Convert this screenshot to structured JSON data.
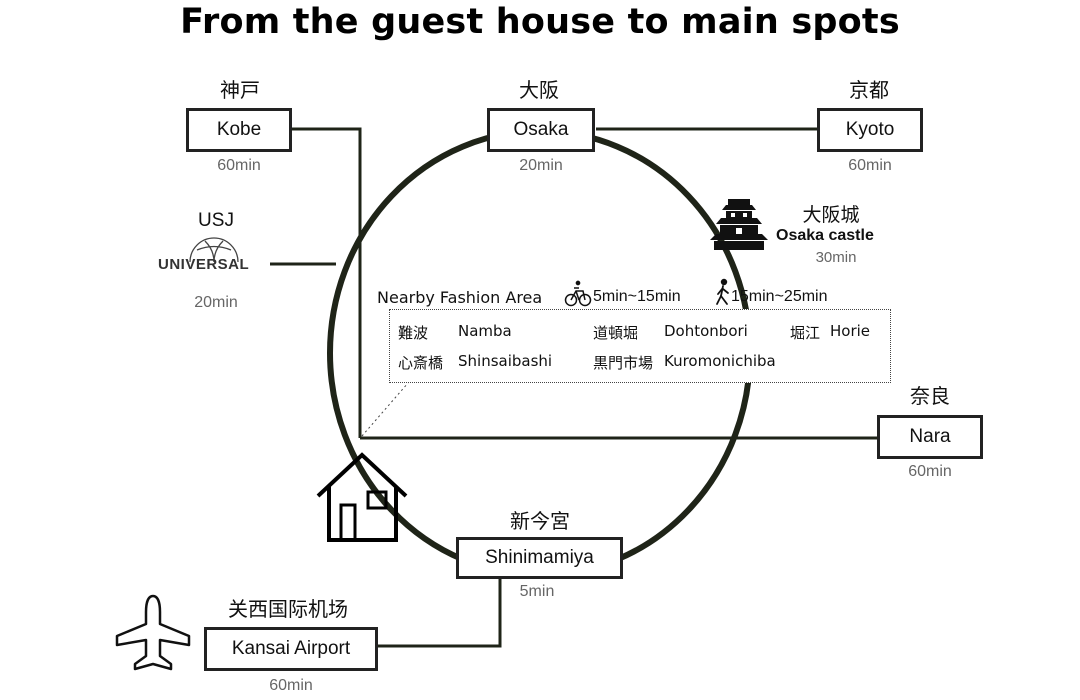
{
  "title": "From the guest house to main spots",
  "destinations": {
    "kobe": {
      "jp": "神戸",
      "en": "Kobe",
      "time": "60min"
    },
    "osaka": {
      "jp": "大阪",
      "en": "Osaka",
      "time": "20min"
    },
    "kyoto": {
      "jp": "京都",
      "en": "Kyoto",
      "time": "60min"
    },
    "nara": {
      "jp": "奈良",
      "en": "Nara",
      "time": "60min"
    },
    "shinimamiya": {
      "jp": "新今宮",
      "en": "Shinimamiya",
      "time": "5min"
    },
    "kansai_airport": {
      "jp": "关西国际机场",
      "en": "Kansai Airport",
      "time": "60min"
    },
    "usj": {
      "jp": "USJ",
      "logo_text": "UNIVERSAL",
      "time": "20min"
    },
    "osaka_castle": {
      "jp": "大阪城",
      "en": "Osaka castle",
      "time": "30min"
    }
  },
  "fashion": {
    "label": "Nearby Fashion Area",
    "bike_time": "5min~15min",
    "walk_time": "15min~25min",
    "areas": [
      {
        "jp": "難波",
        "en": "Namba"
      },
      {
        "jp": "道頓堀",
        "en": "Dohtonbori"
      },
      {
        "jp": "堀江",
        "en": "Horie"
      },
      {
        "jp": "心斎橋",
        "en": "Shinsaibashi"
      },
      {
        "jp": "黒門市場",
        "en": "Kuromonichiba"
      }
    ]
  },
  "icons": {
    "house": "house-icon",
    "airplane": "airplane-icon",
    "castle": "castle-icon",
    "bicycle": "bicycle-icon",
    "walking": "walking-person-icon",
    "globe": "globe-icon"
  }
}
